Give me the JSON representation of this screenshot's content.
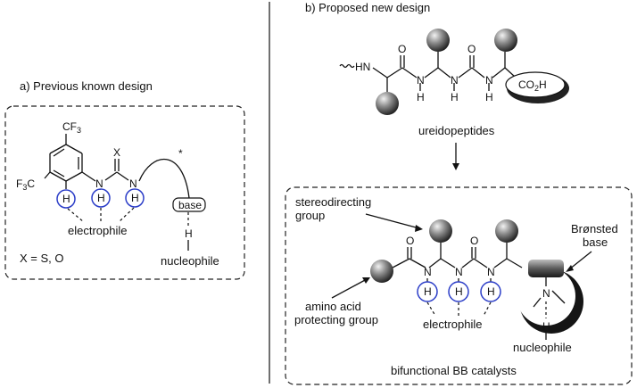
{
  "colors": {
    "hbond_circle": "#2c3ec8",
    "line": "#111111",
    "ball_dark": "#1a1a1a",
    "ball_light": "#d9d9d9"
  },
  "panel_a": {
    "heading": "a) Previous known design",
    "cf3_top": "CF",
    "cf3_top_sub": "3",
    "cf3_left_pre": "F",
    "cf3_left_sub": "3",
    "cf3_left_post": "C",
    "x_atom": "X",
    "n_atom": "N",
    "h_atom": "H",
    "star": "*",
    "base_label": "base",
    "electrophile": "electrophile",
    "nucleophile": "nucleophile",
    "x_def": "X = S, O"
  },
  "panel_b": {
    "heading": "b) Proposed new design",
    "hn_label": "HN",
    "o_atom": "O",
    "n_atom": "N",
    "h_atom": "H",
    "co2h_main": "CO",
    "co2h_sub": "2",
    "co2h_end": "H",
    "ureidopeptides": "ureidopeptides",
    "stereodirecting_1": "stereodirecting",
    "stereodirecting_2": "group",
    "amino_acid_1": "amino acid",
    "amino_acid_2": "protecting group",
    "electrophile": "electrophile",
    "bronsted_1": "Brønsted",
    "bronsted_2": "base",
    "n_amine": "N",
    "nucleophile": "nucleophile",
    "catalysts": "bifunctional BB catalysts"
  }
}
